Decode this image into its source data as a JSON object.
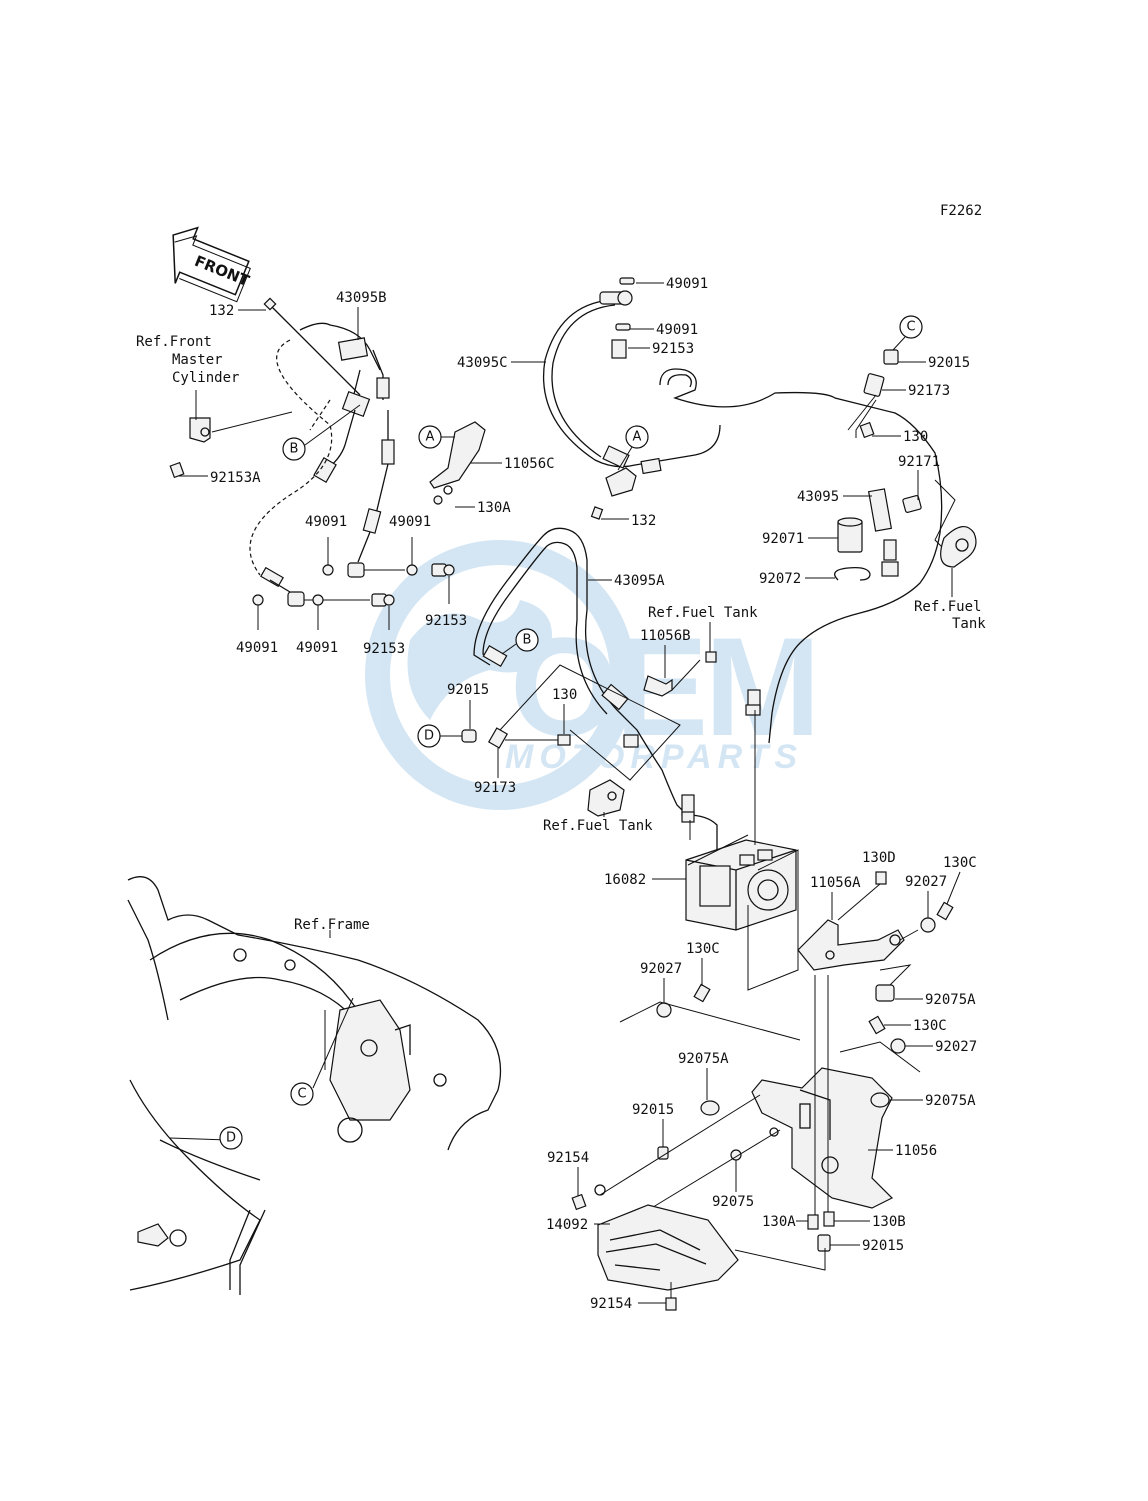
{
  "figure_code": "F2262",
  "front_label": "FRONT",
  "watermark": {
    "brand": "OEM",
    "sub": "MOTORPARTS",
    "color": "#3f8fd0"
  },
  "labels": {
    "p132_top": "132",
    "p43095B": "43095B",
    "ref_master_1": "Ref.Front",
    "ref_master_2": "Master",
    "ref_master_3": "Cylinder",
    "p92153A": "92153A",
    "p11056C": "11056C",
    "p130A_top": "130A",
    "p49091_a": "49091",
    "p49091_b": "49091",
    "p49091_c": "49091",
    "p49091_d": "49091",
    "p92153_a": "92153",
    "p92153_b": "92153",
    "p49091_e": "49091",
    "p49091_f": "49091",
    "p92153_c": "92153",
    "p43095C": "43095C",
    "p132_mid": "132",
    "p92015_top": "92015",
    "p92173_top": "92173",
    "p130_top": "130",
    "p92171": "92171",
    "p43095": "43095",
    "p92071": "92071",
    "p92072": "92072",
    "ref_fuel_r1": "Ref.Fuel",
    "ref_fuel_r2": "Tank",
    "p43095A": "43095A",
    "ref_fuel_mid": "Ref.Fuel Tank",
    "p11056B": "11056B",
    "p92015_mid": "92015",
    "p130_mid": "130",
    "p92173_mid": "92173",
    "ref_fuel_low": "Ref.Fuel Tank",
    "p16082": "16082",
    "p130D": "130D",
    "p130C_a": "130C",
    "p11056A": "11056A",
    "p92027_a": "92027",
    "p130C_b": "130C",
    "p92027_b": "92027",
    "p92075A_a": "92075A",
    "p130C_c": "130C",
    "p92027_c": "92027",
    "ref_frame": "Ref.Frame",
    "p92075A_b": "92075A",
    "p92075A_c": "92075A",
    "p92015_low": "92015",
    "p11056": "11056",
    "p92154_a": "92154",
    "p92075": "92075",
    "p14092": "14092",
    "p130A_low": "130A",
    "p130B": "130B",
    "p92015_bot": "92015",
    "p92154_b": "92154"
  },
  "refs": {
    "A": "A",
    "B": "B",
    "C": "C",
    "D": "D"
  }
}
